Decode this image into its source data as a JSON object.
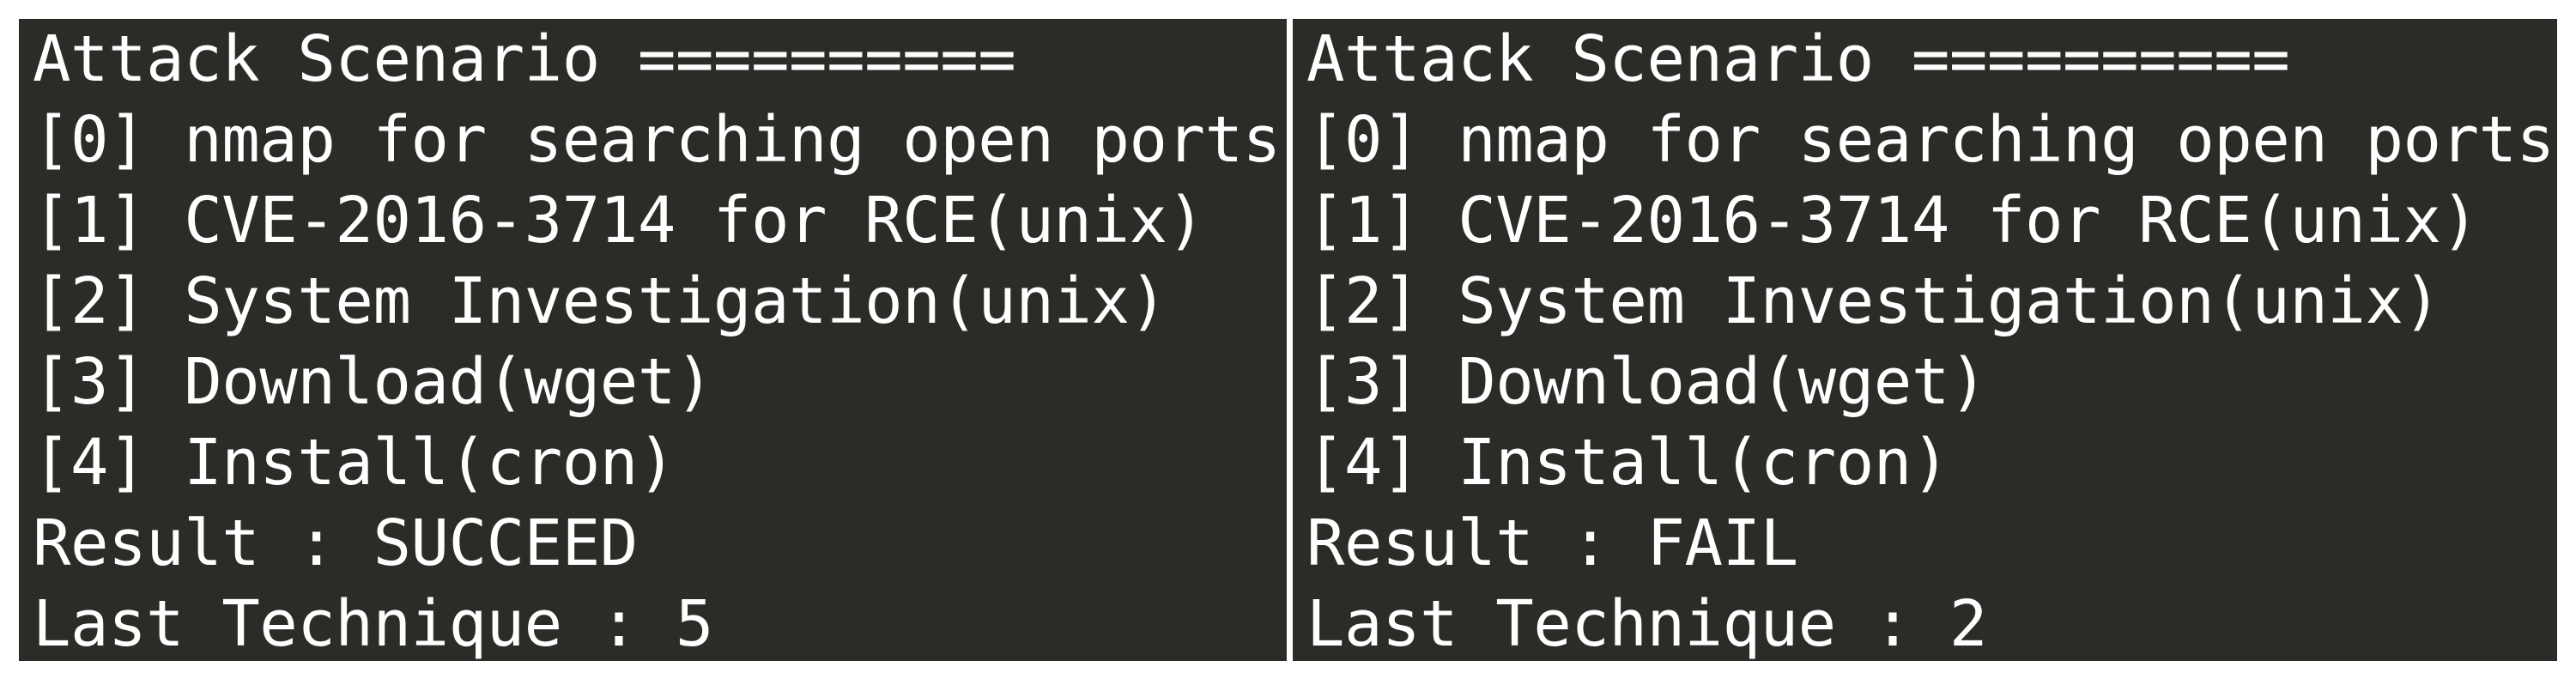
{
  "terminals": [
    {
      "header": "Attack Scenario ==========",
      "steps": [
        "[0] nmap for searching open ports",
        "[1] CVE-2016-3714 for RCE(unix)",
        "[2] System Investigation(unix)",
        "[3] Download(wget)",
        "[4] Install(cron)"
      ],
      "result": "Result : SUCCEED",
      "last_technique": "Last Technique : 5"
    },
    {
      "header": "Attack Scenario ==========",
      "steps": [
        "[0] nmap for searching open ports",
        "[1] CVE-2016-3714 for RCE(unix)",
        "[2] System Investigation(unix)",
        "[3] Download(wget)",
        "[4] Install(cron)"
      ],
      "result": "Result : FAIL",
      "last_technique": "Last Technique : 2"
    }
  ],
  "colors": {
    "terminal_background": "#2b2b27",
    "terminal_text": "#ffffff",
    "page_background": "#ffffff"
  }
}
